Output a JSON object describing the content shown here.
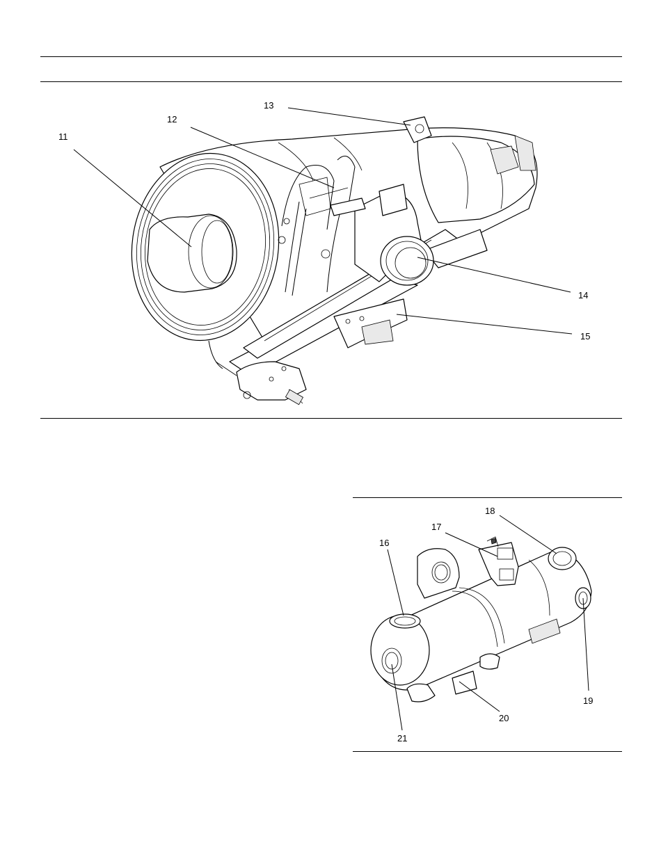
{
  "page": {
    "title": "Parts illustration"
  },
  "figure_top": {
    "callouts": {
      "c11": "11",
      "c12": "12",
      "c13": "13",
      "c14": "14",
      "c15": "15"
    }
  },
  "figure_bottom": {
    "callouts": {
      "c16": "16",
      "c17": "17",
      "c18": "18",
      "c19": "19",
      "c20": "20",
      "c21": "21"
    }
  }
}
